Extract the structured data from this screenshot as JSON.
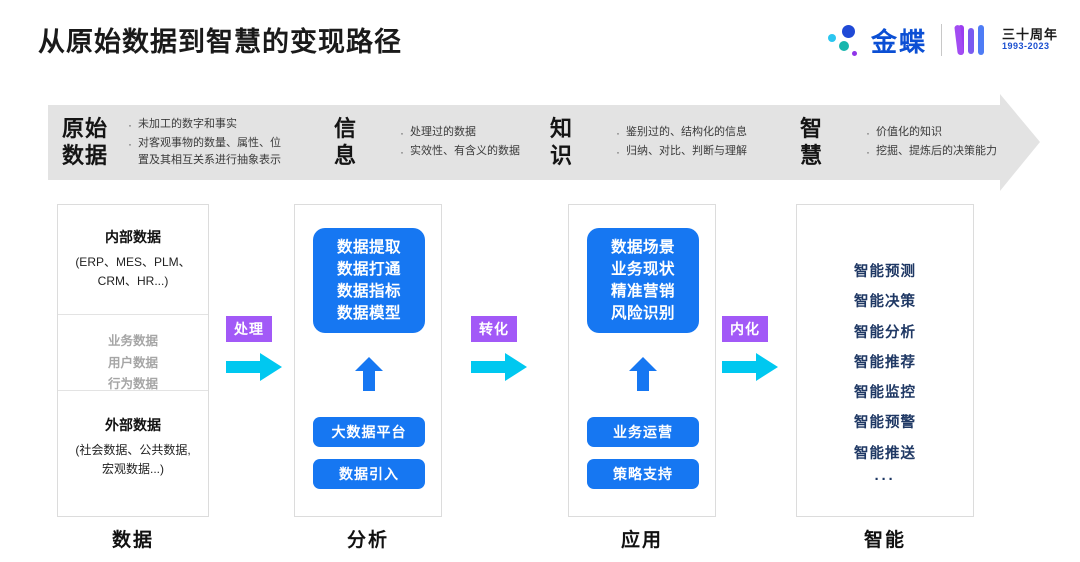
{
  "header": {
    "title": "从原始数据到智慧的变现路径",
    "logo": {
      "brand": "金蝶",
      "anniversary_cn": "三十周年",
      "anniversary_years": "1993-2023"
    }
  },
  "banner": {
    "stages": [
      {
        "head": "原始\n数据",
        "bullets": [
          "未加工的数字和事实",
          "对客观事物的数量、属性、位\n置及其相互关系进行抽象表示"
        ]
      },
      {
        "head": "信\n息",
        "bullets": [
          "处理过的数据",
          "实效性、有含义的数据"
        ]
      },
      {
        "head": "知\n识",
        "bullets": [
          "鉴别过的、结构化的信息",
          "归纳、对比、判断与理解"
        ]
      },
      {
        "head": "智\n慧",
        "bullets": [
          "价值化的知识",
          "挖掘、提炼后的决策能力"
        ]
      }
    ],
    "bullet_glyph": "·"
  },
  "columns": {
    "data": {
      "footer": "数据",
      "internal_title": "内部数据",
      "internal_sub": "(ERP、MES、PLM、\nCRM、HR...)",
      "middle_items": [
        "业务数据",
        "用户数据",
        "行为数据"
      ],
      "external_title": "外部数据",
      "external_sub": "(社会数据、公共数据,\n宏观数据...)"
    },
    "analysis": {
      "footer": "分析",
      "main_box": "数据提取\n数据打通\n数据指标\n数据模型",
      "pill_1": "大数据平台",
      "pill_2": "数据引入"
    },
    "application": {
      "footer": "应用",
      "main_box": "数据场景\n业务现状\n精准营销\n风险识别",
      "pill_1": "业务运营",
      "pill_2": "策略支持"
    },
    "intelligence": {
      "footer": "智能",
      "items": [
        "智能预测",
        "智能决策",
        "智能分析",
        "智能推荐",
        "智能监控",
        "智能预警",
        "智能推送"
      ],
      "ellipsis": "···"
    }
  },
  "connectors": [
    {
      "label": "处理"
    },
    {
      "label": "转化"
    },
    {
      "label": "内化"
    }
  ],
  "colors": {
    "accent_blue": "#1677f2",
    "connector_purple": "#a259f7",
    "arrow_cyan": "#00c8f0",
    "banner_gray": "#e3e3e3",
    "navy_text": "#1f3864",
    "muted_gray": "#a6a6a6"
  }
}
